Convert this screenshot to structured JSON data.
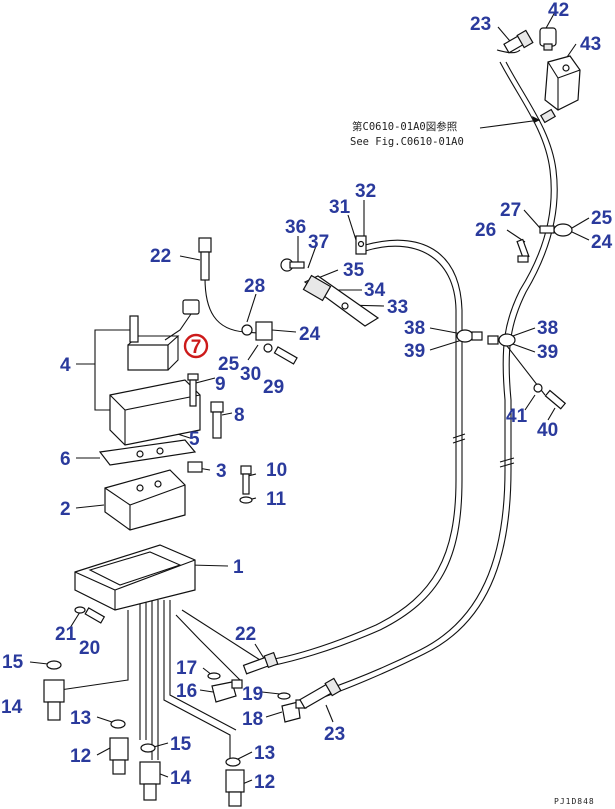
{
  "callouts": [
    {
      "id": "c23a",
      "text": "23"
    },
    {
      "id": "c42",
      "text": "42"
    },
    {
      "id": "c43",
      "text": "43"
    },
    {
      "id": "c32",
      "text": "32"
    },
    {
      "id": "c31",
      "text": "31"
    },
    {
      "id": "c36",
      "text": "36"
    },
    {
      "id": "c37",
      "text": "37"
    },
    {
      "id": "c35",
      "text": "35"
    },
    {
      "id": "c34",
      "text": "34"
    },
    {
      "id": "c33",
      "text": "33"
    },
    {
      "id": "c27",
      "text": "27"
    },
    {
      "id": "c26",
      "text": "26"
    },
    {
      "id": "c25a",
      "text": "25"
    },
    {
      "id": "c24a",
      "text": "24"
    },
    {
      "id": "c22a",
      "text": "22"
    },
    {
      "id": "c28",
      "text": "28"
    },
    {
      "id": "c24b",
      "text": "24"
    },
    {
      "id": "c25b",
      "text": "25"
    },
    {
      "id": "c30",
      "text": "30"
    },
    {
      "id": "c29",
      "text": "29"
    },
    {
      "id": "c38a",
      "text": "38"
    },
    {
      "id": "c39a",
      "text": "39"
    },
    {
      "id": "c38b",
      "text": "38"
    },
    {
      "id": "c39b",
      "text": "39"
    },
    {
      "id": "c41",
      "text": "41"
    },
    {
      "id": "c40",
      "text": "40"
    },
    {
      "id": "c4",
      "text": "4"
    },
    {
      "id": "c9",
      "text": "9"
    },
    {
      "id": "c8",
      "text": "8"
    },
    {
      "id": "c5",
      "text": "5"
    },
    {
      "id": "c6",
      "text": "6"
    },
    {
      "id": "c3",
      "text": "3"
    },
    {
      "id": "c10",
      "text": "10"
    },
    {
      "id": "c11",
      "text": "11"
    },
    {
      "id": "c2",
      "text": "2"
    },
    {
      "id": "c1",
      "text": "1"
    },
    {
      "id": "c21",
      "text": "21"
    },
    {
      "id": "c20",
      "text": "20"
    },
    {
      "id": "c22b",
      "text": "22"
    },
    {
      "id": "c15a",
      "text": "15"
    },
    {
      "id": "c17",
      "text": "17"
    },
    {
      "id": "c16",
      "text": "16"
    },
    {
      "id": "c19",
      "text": "19"
    },
    {
      "id": "c14a",
      "text": "14"
    },
    {
      "id": "c13a",
      "text": "13"
    },
    {
      "id": "c18",
      "text": "18"
    },
    {
      "id": "c23b",
      "text": "23"
    },
    {
      "id": "c12a",
      "text": "12"
    },
    {
      "id": "c15b",
      "text": "15"
    },
    {
      "id": "c13b",
      "text": "13"
    },
    {
      "id": "c14b",
      "text": "14"
    },
    {
      "id": "c12b",
      "text": "12"
    }
  ],
  "highlight": {
    "text": "7",
    "color": "#cc1a1a"
  },
  "reference_note": {
    "line1": "第C0610-01A0図参照",
    "line2": "See Fig.C0610-01A0"
  },
  "drawing_code": "PJ1D848",
  "colors": {
    "callout": "#2a3a9c",
    "highlight": "#cc1a1a",
    "lines": "#111111",
    "background": "#ffffff"
  }
}
